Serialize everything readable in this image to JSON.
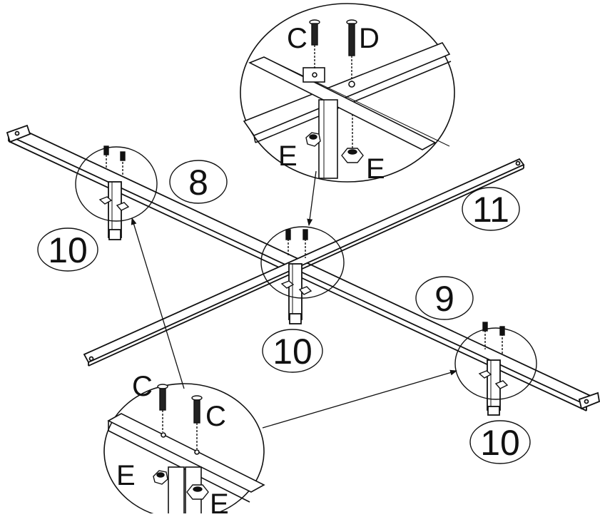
{
  "diagram": {
    "part_numbers": {
      "top_left_rail": "8",
      "right_rail": "9",
      "cross_rail": "11",
      "leg_left": "10",
      "leg_center": "10",
      "leg_right": "10"
    },
    "top_detail": {
      "screw_c": "C",
      "screw_d": "D",
      "nut_left": "E",
      "nut_right": "E"
    },
    "bottom_detail": {
      "screw_c_left": "C",
      "screw_c_right": "C",
      "nut_left": "E",
      "nut_right": "E"
    }
  }
}
